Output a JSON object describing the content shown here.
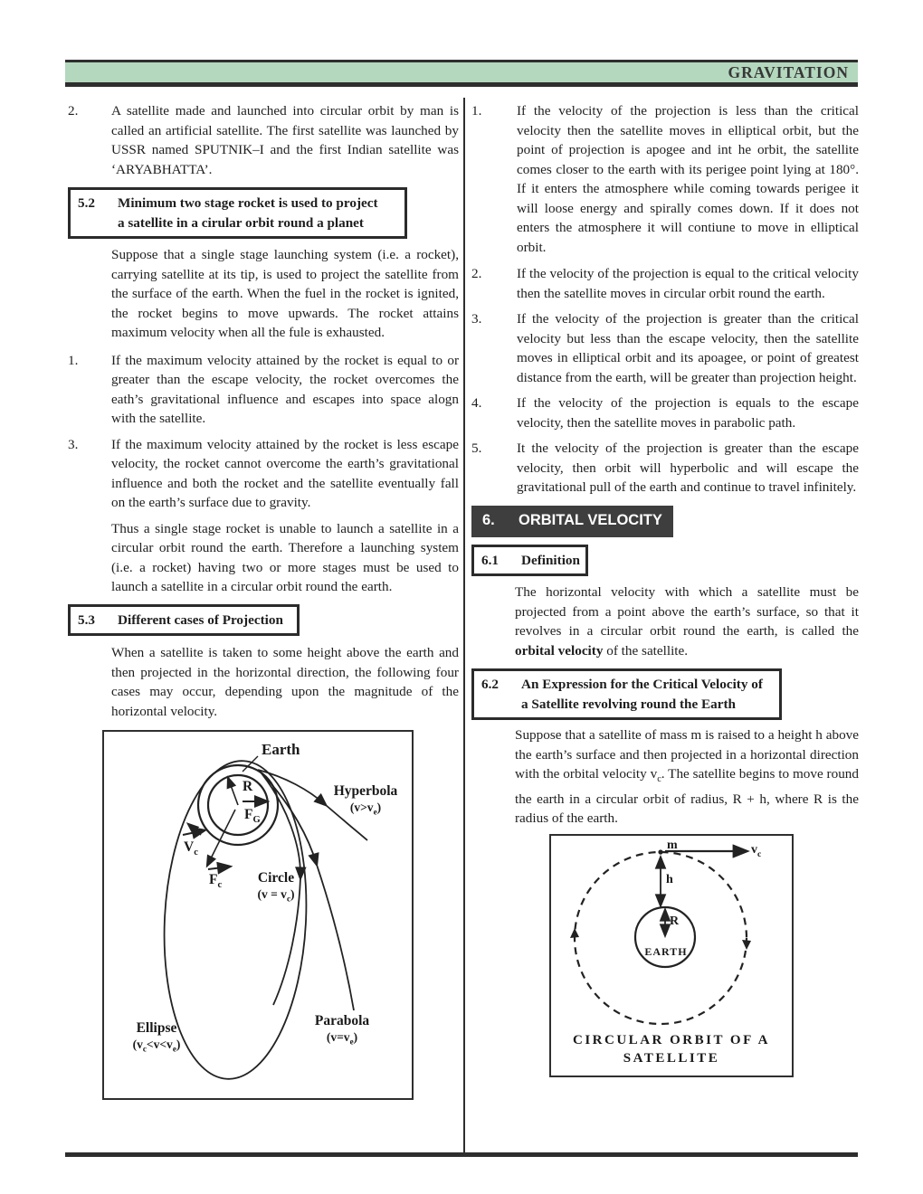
{
  "colors": {
    "header_green": "#b4d8be",
    "dark": "#2e2e2e",
    "section_dark_bg": "#3e3e3e"
  },
  "header": {
    "title": "GRAVITATION"
  },
  "left_column": {
    "item2": {
      "num": "2.",
      "text": "A satellite made and launched into circular orbit by man is called an artificial satellite. The first satellite was launched by USSR named SPUTNIK–I and the first Indian satellite was ‘ARYABHATTA’."
    },
    "section_5_2": {
      "num": "5.2",
      "line1": "Minimum two stage rocket is used to project",
      "line2": "a satellite in a cirular orbit round a planet"
    },
    "para_suppose": "Suppose that a single stage launching system (i.e. a rocket), carrying satellite at its tip, is used to project the satellite from the surface of the earth. When the fuel in the rocket is ignited, the rocket begins to move upwards. The rocket attains maximum velocity when all the fule is exhausted.",
    "item1": {
      "num": "1.",
      "text": "If the maximum velocity attained by the rocket is equal to or greater than the escape velocity, the rocket overcomes the eath’s gravitational influence and escapes into space alogn with the satellite."
    },
    "item3": {
      "num": "3.",
      "text": "If the maximum velocity attained by the rocket is less escape velocity, the rocket cannot overcome the earth’s gravitational influence and both the rocket and the satellite eventually fall on the earth’s surface due to gravity."
    },
    "para_thus": "Thus a single stage rocket is unable to launch a satellite in a circular orbit round the earth. Therefore a launching system (i.e. a rocket) having two or more stages must be used to launch a satellite in a circular orbit round the earth.",
    "section_5_3": {
      "num": "5.3",
      "title": "Different cases of Projection"
    },
    "para_when": "When a satellite is taken to some height above the earth and then projected in the horizontal direction, the following four cases may occur, depending upon the magnitude of the horizontal velocity."
  },
  "figure1": {
    "earth_label": "Earth",
    "r_label": "R",
    "fg": {
      "main": "F",
      "sub": "G"
    },
    "vc": {
      "main": "V",
      "sub": "c"
    },
    "fc": {
      "main": "F",
      "sub": "c"
    },
    "hyperbola": {
      "name": "Hyperbola",
      "pre": "(v>v",
      "sub": "e",
      "post": ")"
    },
    "circle": {
      "name": "Circle",
      "pre": "(v = v",
      "sub": "c",
      "post": ")"
    },
    "parabola": {
      "name": "Parabola",
      "pre": "(v=v",
      "sub": "e",
      "post": ")"
    },
    "ellipse": {
      "name": "Ellipse",
      "pre": "(v",
      "sub1": "c",
      "mid": "<v<v",
      "sub2": "e",
      "post": ")"
    }
  },
  "right_column": {
    "items": [
      {
        "num": "1.",
        "text": "If the velocity of the projection is less than the critical velocity then the satellite moves in elliptical orbit, but the point of projection is apogee and int he orbit, the satellite comes closer to the earth with its perigee point lying at 180°. If it enters the atmosphere while coming towards perigee it will loose energy and spirally comes down. If it does not enters the atmosphere it will contiune to move in elliptical orbit."
      },
      {
        "num": "2.",
        "text": "If the velocity of the projection is equal to the critical velocity then the satellite moves in circular orbit round the earth."
      },
      {
        "num": "3.",
        "text": "If the velocity of the projection is greater than the critical velocity but less than the escape velocity, then the satellite moves in elliptical orbit and its apoagee, or point of greatest distance from the earth, will be greater than projection height."
      },
      {
        "num": "4.",
        "text": "If the velocity of the projection is equals to the escape velocity, then the satellite moves in parabolic path."
      },
      {
        "num": "5.",
        "text": "It the velocity of the projection is greater than the escape velocity, then orbit will hyperbolic and will escape the gravitational pull of the earth and continue to travel infinitely."
      }
    ],
    "section_6": {
      "num": "6.",
      "title": "ORBITAL VELOCITY"
    },
    "section_6_1": {
      "num": "6.1",
      "title": "Definition"
    },
    "para_def": {
      "pre": "The horizontal velocity with which a satellite must be projected from a point above the earth’s surface, so that it revolves in a circular orbit round the earth, is called the ",
      "bold": "orbital velocity",
      "post": " of the satellite."
    },
    "section_6_2": {
      "num": "6.2",
      "line1": "An Expression for the Critical Velocity of",
      "line2": "a Satellite revolving round the Earth"
    },
    "para_suppose": {
      "pre": "Suppose that a satellite of mass m is raised to a height h above the earth’s surface and then projected in a horizontal direction with the orbital velocity v",
      "sub": "c",
      "post": ". The satellite begins to move round the earth in a circular orbit of radius, R + h, where R is the radius of the earth."
    }
  },
  "figure2": {
    "m_label": "m",
    "vc": {
      "main": "v",
      "sub": "c"
    },
    "h_label": "h",
    "r_label": "R",
    "earth_label": "EARTH",
    "caption_line1": "CIRCULAR ORBIT OF A",
    "caption_line2": "SATELLITE"
  }
}
